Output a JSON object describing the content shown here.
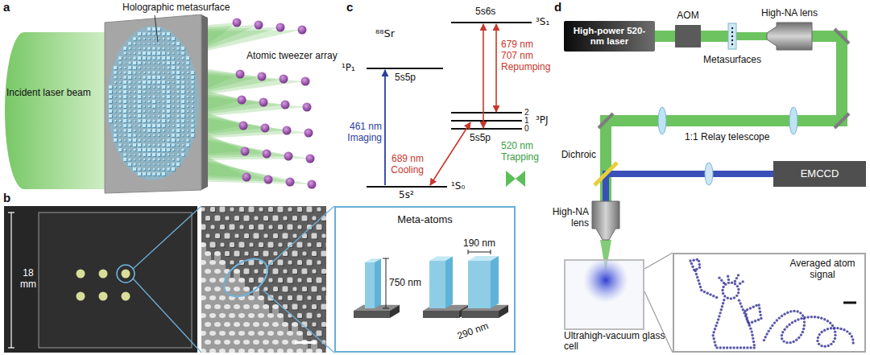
{
  "diagram": {
    "nodes": [
      {
        "text": [
          "18 mm"
        ]
      },
      {
        "text": [
          "Meta-atoms",
          "750 nm",
          "190 nm",
          "290 nm"
        ]
      },
      {
        "text": [
          "High-power 520-nm laser"
        ]
      },
      {
        "text": [
          "AOM"
        ]
      },
      {
        "text": [
          "Metasurfaces"
        ]
      },
      {
        "text": [
          "High-NA lens"
        ]
      },
      {
        "text": [
          "EMCCD"
        ]
      },
      {
        "text": [
          "High-NA lens"
        ]
      },
      {
        "text": [
          "Ultrahigh-vacuum glass cell"
        ]
      },
      {
        "text": [
          "Averaged atom signal"
        ]
      }
    ],
    "edges": [
      {
        "from": 2,
        "to": 3,
        "arrow": "none"
      },
      {
        "from": 3,
        "to": 4,
        "arrow": "none"
      },
      {
        "from": 4,
        "to": 5,
        "arrow": "none"
      },
      {
        "from": 5,
        "to": 7,
        "arrow": "none"
      },
      {
        "from": 7,
        "to": 6,
        "arrow": "none"
      },
      {
        "from": 8,
        "to": 9,
        "arrow": "none"
      },
      {
        "from": 8,
        "to": 9,
        "arrow": "none"
      }
    ],
    "labels": [
      "a",
      "Holographic metasurface",
      "Atomic tweezer array",
      "Incident laser beam",
      "b",
      "c",
      "⁸⁸Sr",
      "5s6s",
      "³S₁",
      "¹P₁",
      "5s5p",
      "679 nm 707 nm Repumping",
      "461 nm Imaging",
      "2",
      "1",
      "0",
      "³PJ",
      "5s5p",
      "520 nm Trapping",
      "689 nm Cooling",
      "¹S₀",
      "5s²",
      "d",
      "Dichroic",
      "1:1 Relay telescope"
    ]
  }
}
